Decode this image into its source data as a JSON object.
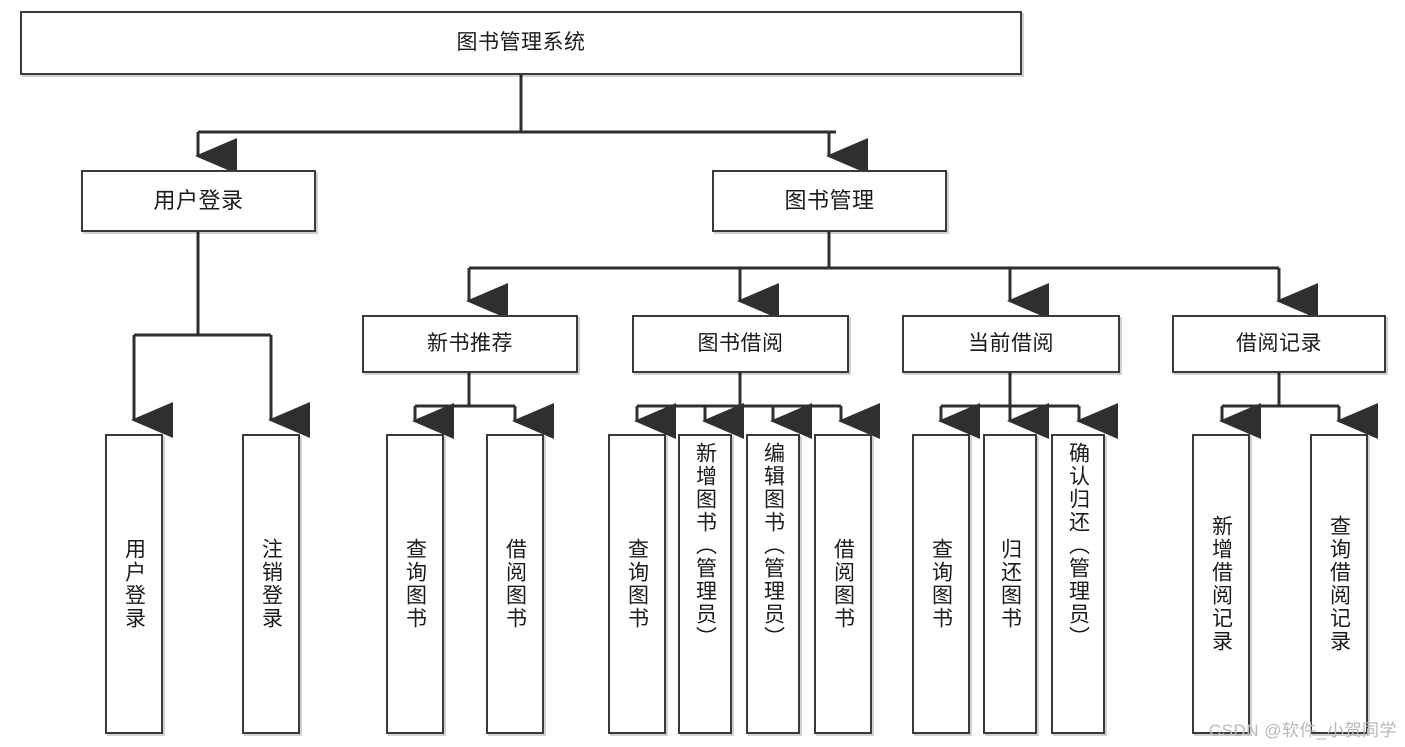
{
  "diagram": {
    "title": "图书管理系统",
    "watermark": "CSDN @软件_小贺同学",
    "colors": {
      "box_border": "#3a3a3a",
      "box_fill": "#ffffff",
      "connector": "#2f2f2f",
      "text": "#1b1b1b",
      "watermark": "#b9b9b9",
      "background": "#ffffff"
    },
    "levels": {
      "root": {
        "label": "图书管理系统"
      },
      "level2": [
        {
          "label": "用户登录"
        },
        {
          "label": "图书管理"
        }
      ],
      "level3": [
        {
          "label": "新书推荐"
        },
        {
          "label": "图书借阅"
        },
        {
          "label": "当前借阅"
        },
        {
          "label": "借阅记录"
        }
      ],
      "leaves": {
        "user_login": [
          {
            "label": "用户登录"
          },
          {
            "label": "注销登录"
          }
        ],
        "new_book_recommend": [
          {
            "label": "查询图书"
          },
          {
            "label": "借阅图书"
          }
        ],
        "book_borrow": [
          {
            "label": "查询图书"
          },
          {
            "label": "新增图书（管理员）"
          },
          {
            "label": "编辑图书（管理员）"
          },
          {
            "label": "借阅图书"
          }
        ],
        "current_borrow": [
          {
            "label": "查询图书"
          },
          {
            "label": "归还图书"
          },
          {
            "label": "确认归还（管理员）"
          }
        ],
        "borrow_record": [
          {
            "label": "新增借阅记录"
          },
          {
            "label": "查询借阅记录"
          }
        ]
      }
    }
  }
}
